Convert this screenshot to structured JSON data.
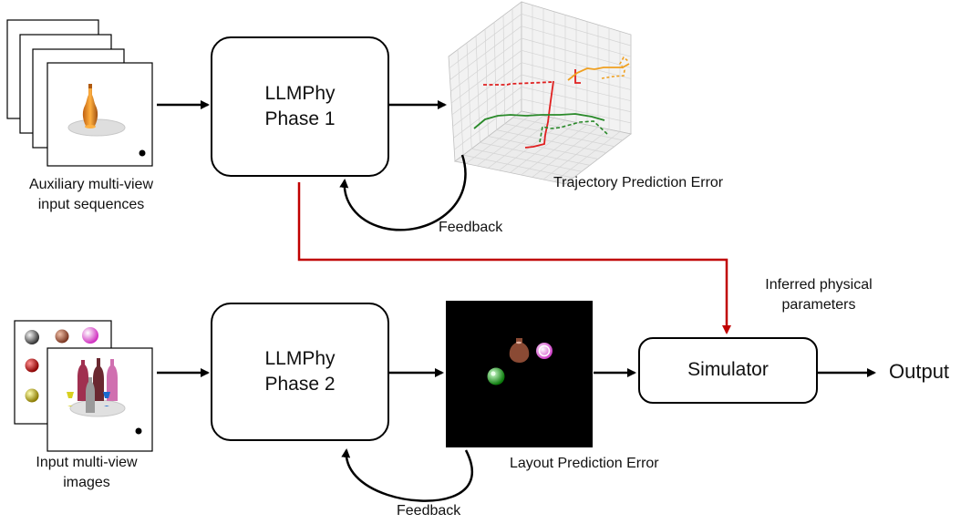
{
  "phase1": {
    "line1": "LLMPhy",
    "line2": "Phase 1"
  },
  "phase2": {
    "line1": "LLMPhy",
    "line2": "Phase 2"
  },
  "simulator": {
    "label": "Simulator"
  },
  "output": {
    "label": "Output"
  },
  "aux_input": {
    "line1": "Auxiliary multi-view",
    "line2": "input sequences"
  },
  "input_images": {
    "line1": "Input multi-view",
    "line2": "images"
  },
  "trajectory_error": {
    "label": "Trajectory Prediction Error"
  },
  "layout_error": {
    "label": "Layout Prediction Error"
  },
  "feedback1": {
    "label": "Feedback"
  },
  "feedback2": {
    "label": "Feedback"
  },
  "inferred": {
    "line1": "Inferred physical",
    "line2": "parameters"
  },
  "colors": {
    "red_arrow": "#c00000",
    "trajectory_red": "#e02020",
    "trajectory_orange": "#f0a020",
    "trajectory_green": "#2a8a2a",
    "layout_background": "#000000"
  }
}
